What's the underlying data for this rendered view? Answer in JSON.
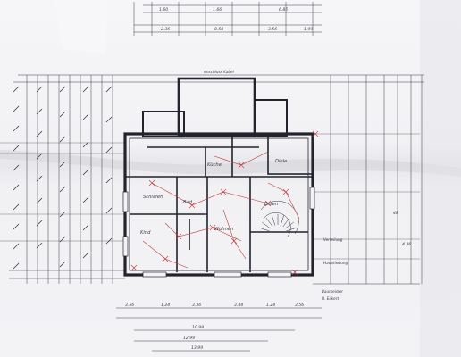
{
  "drawing": {
    "ink_color": "#2b2b36",
    "red_color": "#c23a3a",
    "paper_color": "#f3f3f6",
    "top_dimensions": [
      {
        "id": "t1",
        "text": "1.60"
      },
      {
        "id": "t2",
        "text": "1.66"
      },
      {
        "id": "t3",
        "text": "6.85"
      },
      {
        "id": "t4",
        "text": "2.36"
      },
      {
        "id": "t5",
        "text": "8.50"
      },
      {
        "id": "t6",
        "text": "3.56"
      },
      {
        "id": "t7",
        "text": "1.99"
      }
    ],
    "bottom_dimensions": [
      {
        "id": "b1",
        "text": "3.56"
      },
      {
        "id": "b2",
        "text": "1.24"
      },
      {
        "id": "b3",
        "text": "3.36"
      },
      {
        "id": "b4",
        "text": "3.44"
      },
      {
        "id": "b5",
        "text": "1.24"
      },
      {
        "id": "b6",
        "text": "3.56"
      },
      {
        "id": "b7",
        "text": "10.99"
      },
      {
        "id": "b8",
        "text": "12.99"
      },
      {
        "id": "b9",
        "text": "13.99"
      }
    ],
    "right_dimensions": [
      {
        "id": "r1",
        "text": "48"
      },
      {
        "id": "r2",
        "text": "4.36"
      }
    ],
    "room_labels": [
      {
        "id": "r-schlaf",
        "text": "Schlafen"
      },
      {
        "id": "r-kind",
        "text": "Kind"
      },
      {
        "id": "r-bad",
        "text": "Bad"
      },
      {
        "id": "r-kueche",
        "text": "Küche"
      },
      {
        "id": "r-wohnen",
        "text": "Wohnen"
      },
      {
        "id": "r-essen",
        "text": "Essen"
      },
      {
        "id": "r-diele",
        "text": "Diele"
      }
    ],
    "annotations": [
      {
        "id": "a1",
        "text": "Anschluss Kabel"
      },
      {
        "id": "a2",
        "text": "Verteilung"
      },
      {
        "id": "a3",
        "text": "Hauptleitung"
      }
    ],
    "title_block": {
      "line1": "Baumeister",
      "line2": "N. Eckert"
    }
  }
}
